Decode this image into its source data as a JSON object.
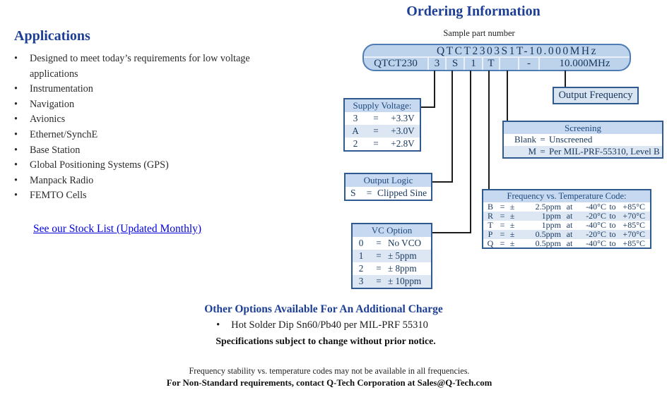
{
  "title": "Ordering Information",
  "applications": {
    "heading": "Applications",
    "items": [
      "Designed to meet today’s requirements for low voltage applications",
      "Instrumentation",
      "Navigation",
      "Avionics",
      "Ethernet/SynchE",
      "Base Station",
      "Global Positioning Systems (GPS)",
      "Manpack Radio",
      "FEMTO Cells"
    ],
    "stock_link": "See our Stock List (Updated Monthly)"
  },
  "part_number": {
    "label": "Sample part number",
    "full": "QTCT2303S1T-10.000MHz",
    "segments": [
      "QTCT230",
      "3",
      "S",
      "1",
      "T",
      "",
      "-",
      "10.000MHz"
    ]
  },
  "boxes": {
    "supply_voltage": {
      "title": "Supply Voltage:",
      "rows": [
        {
          "code": "3",
          "value": "+3.3V"
        },
        {
          "code": "A",
          "value": "+3.0V"
        },
        {
          "code": "2",
          "value": "+2.8V"
        }
      ]
    },
    "output_logic": {
      "title": "Output Logic",
      "rows": [
        {
          "code": "S",
          "value": "Clipped Sine"
        }
      ]
    },
    "vc_option": {
      "title": "VC Option",
      "rows": [
        {
          "code": "0",
          "value": "No VCO"
        },
        {
          "code": "1",
          "value": "± 5ppm"
        },
        {
          "code": "2",
          "value": "± 8ppm"
        },
        {
          "code": "3",
          "value": "± 10ppm"
        }
      ]
    },
    "output_frequency": {
      "label": "Output Frequency"
    },
    "screening": {
      "title": "Screening",
      "rows": [
        {
          "code": "Blank",
          "value": "Unscreened"
        },
        {
          "code": "M",
          "value": "Per MIL-PRF-55310, Level B"
        }
      ]
    },
    "freq_temp": {
      "title": "Frequency vs. Temperature Code:",
      "rows": [
        {
          "code": "B",
          "ppm": "2.5ppm",
          "low": "-40°C",
          "high": "+85°C"
        },
        {
          "code": "R",
          "ppm": "1ppm",
          "low": "-20°C",
          "high": "+70°C"
        },
        {
          "code": "T",
          "ppm": "1ppm",
          "low": "-40°C",
          "high": "+85°C"
        },
        {
          "code": "P",
          "ppm": "0.5ppm",
          "low": "-20°C",
          "high": "+70°C"
        },
        {
          "code": "Q",
          "ppm": "0.5ppm",
          "low": "-40°C",
          "high": "+85°C"
        }
      ]
    }
  },
  "footer": {
    "other_heading": "Other Options Available For An Additional Charge",
    "other_bullet": "Hot Solder Dip Sn60/Pb40 per MIL-PRF 55310",
    "spec_note": "Specifications subject to change without prior notice.",
    "freq_note": "Frequency stability vs. temperature codes may not be available in all frequencies.",
    "contact_note": "For Non-Standard requirements, contact Q-Tech Corporation at Sales@Q-Tech.com"
  },
  "symbols": {
    "eq": "=",
    "pm": "±",
    "at": "at",
    "to": "to",
    "bullet": "•"
  },
  "colors": {
    "heading_navy": "#1c3e94",
    "table_text": "#17365d",
    "table_border": "#2f5a8f",
    "table_header_bg": "#c6d9f1",
    "table_alt_bg": "#dce7f3",
    "part_box_bg": "#bdd3ec",
    "link_blue": "#0000dd"
  }
}
